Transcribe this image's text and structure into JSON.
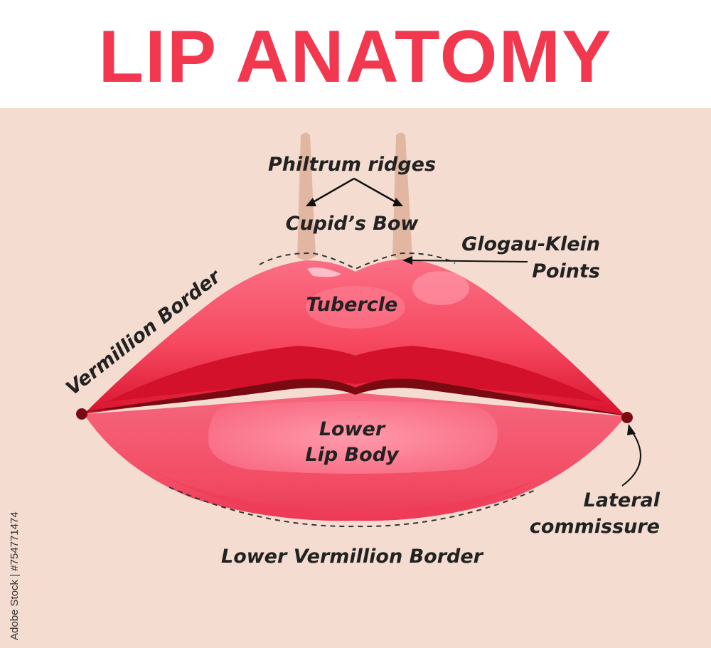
{
  "title": "LIP ANATOMY",
  "labels": {
    "philtrum_ridges": "Philtrum ridges",
    "cupids_bow": "Cupid’s Bow",
    "glogau_klein_line1": "Glogau-Klein",
    "glogau_klein_line2": "Points",
    "vermillion_border": "Vermillion Border",
    "tubercle": "Tubercle",
    "lower_lip_body_line1": "Lower",
    "lower_lip_body_line2": "Lip Body",
    "lateral_commissure_line1": "Lateral",
    "lateral_commissure_line2": "commissure",
    "lower_vermillion_border": "Lower Vermillion Border"
  },
  "watermark_id": "Adobe Stock | #754771474",
  "colors": {
    "title": "#f2384f",
    "skin": "#f4dcd0",
    "lip_upper": "#f05a6e",
    "lip_lower": "#f0506a",
    "lip_dark": "#d8152e",
    "mouth_line": "#7a0a12",
    "highlight": "#ff8a9c"
  }
}
